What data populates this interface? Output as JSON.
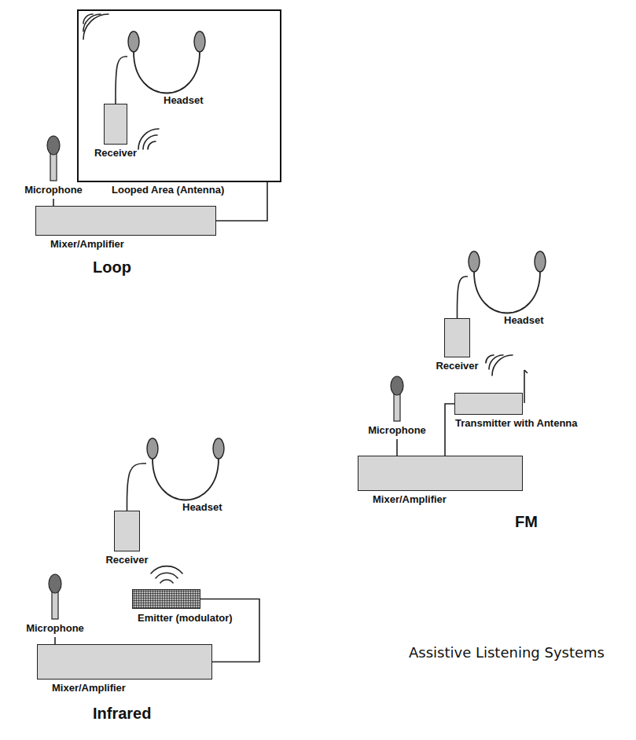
{
  "diagram": {
    "caption": "Assistive Listening Systems",
    "nodes": [
      {
        "text": [
          "Looped Area (Antenna)"
        ]
      },
      {
        "text": [
          "Headset"
        ],
        "in": 0
      },
      {
        "text": [
          "Receiver"
        ],
        "in": 0
      },
      {
        "text": [
          "Microphone"
        ]
      },
      {
        "text": [
          "Mixer/Amplifier"
        ]
      },
      {
        "text": [
          "Headset"
        ]
      },
      {
        "text": [
          "Receiver"
        ]
      },
      {
        "text": [
          "Transmitter with Antenna"
        ]
      },
      {
        "text": [
          "Microphone"
        ]
      },
      {
        "text": [
          "Mixer/Amplifier"
        ]
      },
      {
        "text": [
          "Headset"
        ]
      },
      {
        "text": [
          "Receiver"
        ]
      },
      {
        "text": [
          "Microphone"
        ]
      },
      {
        "text": [
          "Emitter (modulator)"
        ]
      },
      {
        "text": [
          "Mixer/Amplifier"
        ]
      }
    ],
    "edges": [
      {
        "from": 2,
        "to": 1,
        "arrow": "none"
      },
      {
        "from": 3,
        "to": 4,
        "arrow": "none"
      },
      {
        "from": 4,
        "to": 0,
        "arrow": "none"
      },
      {
        "from": 6,
        "to": 5,
        "arrow": "none"
      },
      {
        "from": 8,
        "to": 9,
        "arrow": "none"
      },
      {
        "from": 7,
        "to": 9,
        "arrow": "none"
      },
      {
        "from": 11,
        "to": 10,
        "arrow": "none"
      },
      {
        "from": 12,
        "to": 14,
        "arrow": "none"
      },
      {
        "from": 13,
        "to": 14,
        "arrow": "none"
      }
    ],
    "labels": [
      "Loop",
      "FM",
      "Infrared"
    ]
  }
}
